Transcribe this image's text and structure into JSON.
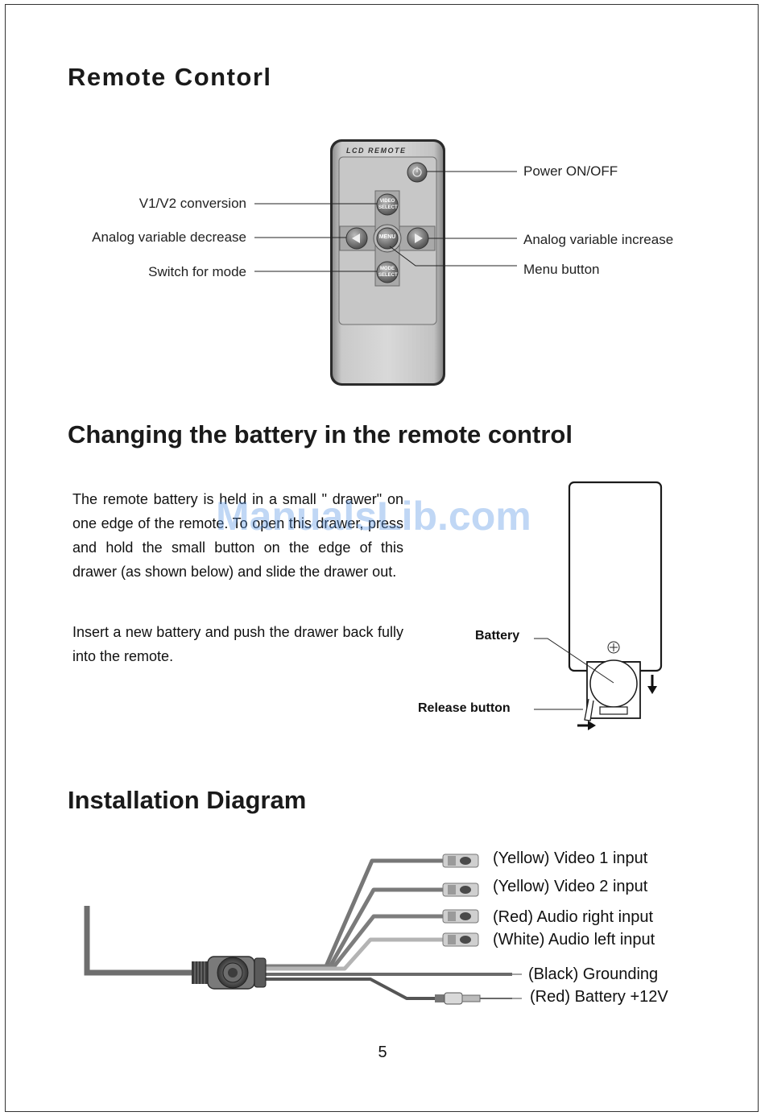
{
  "page": {
    "number": "5"
  },
  "watermark": "ManualsLib.com",
  "remote_section": {
    "title": "Remote Contorl",
    "device_label": "LCD REMOTE",
    "buttons": {
      "video_select_1": "VIDEO",
      "video_select_2": "SELECT",
      "menu": "MENU",
      "mode_select_1": "MODE",
      "mode_select_2": "SELECT"
    },
    "callouts": {
      "power": "Power ON/OFF",
      "v1v2": "V1/V2 conversion",
      "decrease": "Analog variable decrease",
      "increase": "Analog variable increase",
      "mode": "Switch for mode",
      "menu": "Menu button"
    }
  },
  "battery_section": {
    "title": "Changing the battery in the remote control",
    "paragraph1": "The remote battery is held in a small \" drawer\" on one edge of the remote. To open this drawer, press and hold the small button on the edge of this drawer (as shown below) and slide the drawer out.",
    "paragraph2": "Insert a new battery and push the drawer back fully into the remote.",
    "labels": {
      "battery": "Battery",
      "release": "Release button"
    }
  },
  "install_section": {
    "title": "Installation Diagram",
    "connections": [
      "(Yellow) Video 1 input",
      "(Yellow) Video 2 input",
      "(Red) Audio right input",
      "(White) Audio left input",
      "(Black) Grounding",
      "(Red) Battery +12V"
    ]
  }
}
